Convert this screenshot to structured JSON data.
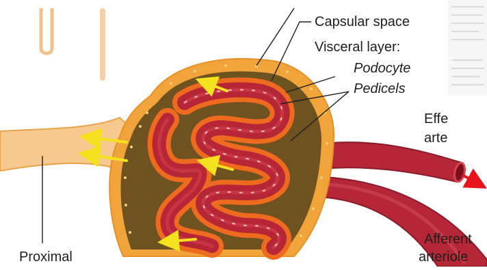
{
  "labels": {
    "capsular_space": "Capsular space",
    "visceral_layer": "Visceral layer:",
    "podocyte": "Podocyte",
    "pedicels": "Pedicels",
    "efferent_line1": "Effe",
    "efferent_line2": "arte",
    "afferent_line1": "Afferent",
    "afferent_line2": "arteriole",
    "proximal": "Proximal"
  },
  "colors": {
    "capsule_outer": "#f0a43a",
    "capsule_inner": "#6e5220",
    "vessel": "#b52637",
    "vessel_light": "#d9434f",
    "podocyte_layer": "#ee6a1e",
    "flow_arrow": "#f4e21e",
    "efferent_arrow": "#e8141c",
    "tubule": "#f6c98e"
  }
}
